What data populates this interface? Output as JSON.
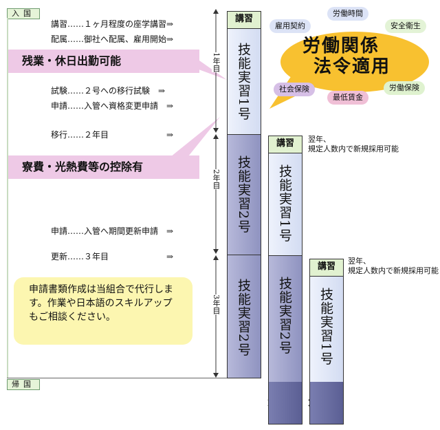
{
  "labels": {
    "entry": "入国",
    "return": "帰国"
  },
  "steps": [
    "講習……１ヶ月程度の座学講習⇒",
    "配属……御社へ配属、雇用開始⇒",
    "試験……２号への移行試験　⇒",
    "申請……入管へ資格変更申請　⇒",
    "移行……２年目　　　　　　　⇒",
    "申請……入管へ期間更新申請　⇒",
    "更新……３年目　　　　　　　⇒"
  ],
  "callouts": {
    "overtime": "残業・休日出勤可能",
    "deductions": "寮費・光熱費等の控除有"
  },
  "years": {
    "y1": "1年目",
    "y2": "2年目",
    "y3": "3年目"
  },
  "columns": {
    "lecture": "講習",
    "gino1": "技能実習1号",
    "gino2": "技能実習2号"
  },
  "notes": {
    "next_year": "翌年、",
    "new_hire": "規定人数内で新規採用可能"
  },
  "law": {
    "title1": "労働関係",
    "title2": "法令適用",
    "bubbles": [
      "雇用契約",
      "労働時間",
      "安全衛生",
      "社会保険",
      "最低賃金",
      "労働保険"
    ]
  },
  "info_box": "申請書類作成は当組合で代行します。作業や日本語のスキルアップもご相談ください。",
  "colors": {
    "gino1_fill": "#e4ebfa",
    "gino2_fill": "#a3a6cc",
    "lecture_fill": "#e1f1d0",
    "callout_fill": "#eec9e6",
    "law_fill": "#f8c130",
    "info_fill": "#fcf6b0"
  }
}
